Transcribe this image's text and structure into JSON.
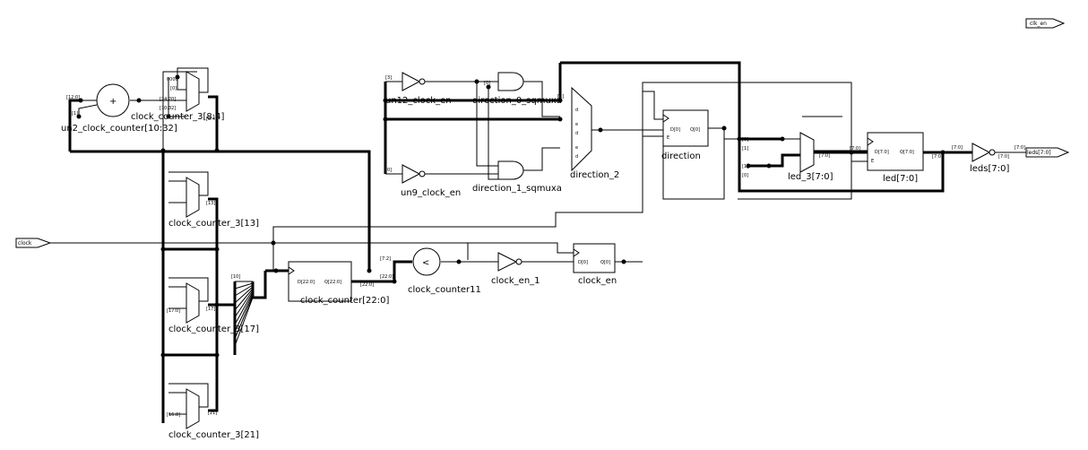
{
  "ports": {
    "clk_en": "clk_en",
    "clock": "clock",
    "leds": "leds[7:0]"
  },
  "blocks": {
    "un2_clock_counter": "un2_clock_counter[10:32]",
    "adder_symbol": "+",
    "comparator_symbol": "<",
    "mux_8_4": "clock_counter_3[8:4]",
    "mux_13": "clock_counter_3[13]",
    "mux_17": "clock_counter_3[17]",
    "mux_21": "clock_counter_3[21]",
    "clock_counter": "clock_counter[22:0]",
    "clock_counter11": "clock_counter11",
    "clock_en_1": "clock_en_1",
    "clock_en": "clock_en",
    "un12_clock_en": "un12_clock_en",
    "un9_clock_en": "un9_clock_en",
    "direction_0_sqmuxa": "direction_0_sqmuxa",
    "direction_1_sqmuxa": "direction_1_sqmuxa",
    "direction_2": "direction_2",
    "direction": "direction",
    "led_3": "led_3[7:0]",
    "led": "led[7:0]",
    "leds": "leds[7:0]"
  },
  "pins": {
    "reg_d_22": "D[22:0]",
    "reg_q_22": "Q[22:0]",
    "reg_d_0": "D[0]",
    "reg_q_0": "Q[0]",
    "reg_d_7": "D[7:0]",
    "reg_q_7": "Q[7:0]",
    "reg_e": "E",
    "bus_22": "[22:0]",
    "bus_7": "[7:0]",
    "bus_0": "[0]"
  }
}
